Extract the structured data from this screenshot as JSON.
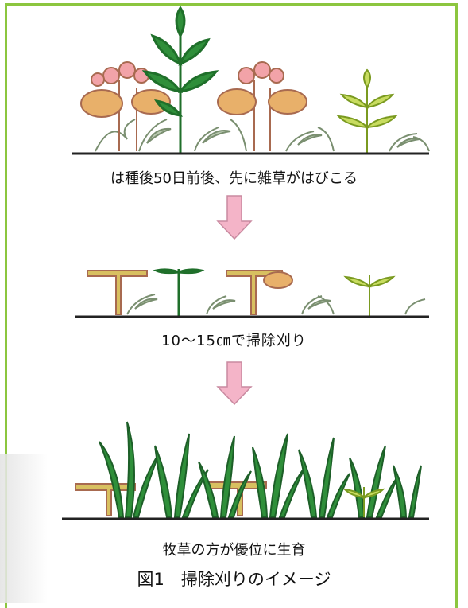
{
  "captions": {
    "stage1": "は種後50日前後、先に雑草がはびこる",
    "stage2": "10～15㎝で掃除刈り",
    "stage3": "牧草の方が優位に生育",
    "figure": "図1　掃除刈りのイメージ"
  },
  "colors": {
    "frame": "#8cc63f",
    "arrow": "#f4b4c8",
    "grass_green": "#2f8f3a",
    "weed_orange": "#e8b06a",
    "weed_pink": "#f2a3a8",
    "ground": "#222222"
  },
  "icons": [
    "down-arrow-icon",
    "plant-illustration"
  ]
}
